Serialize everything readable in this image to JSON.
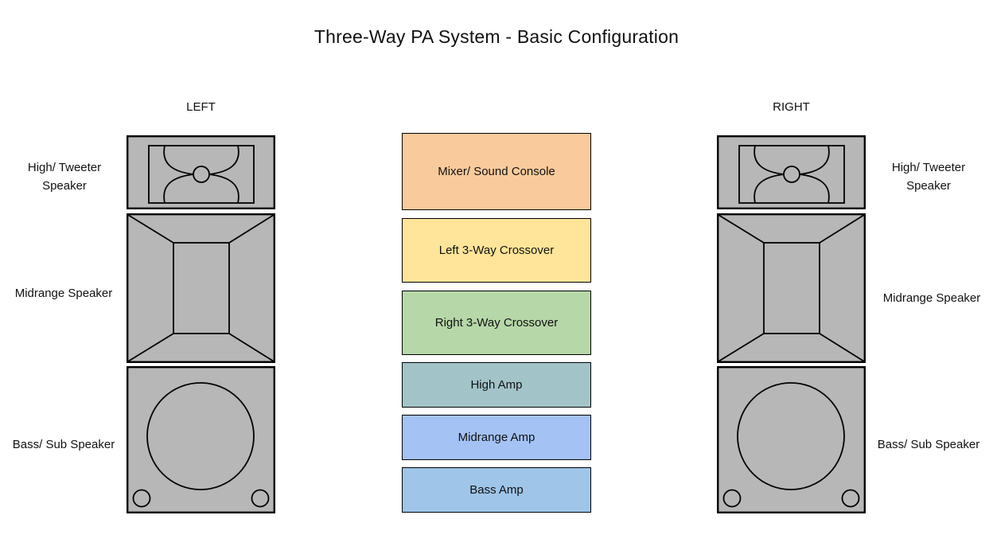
{
  "title": "Three-Way PA System - Basic Configuration",
  "columns": {
    "left": {
      "header": "LEFT"
    },
    "right": {
      "header": "RIGHT"
    }
  },
  "speaker_labels": {
    "tweeter": "High/ Tweeter Speaker",
    "midrange": "Midrange Speaker",
    "bass": "Bass/ Sub Speaker"
  },
  "center_chain": [
    {
      "label": "Mixer/ Sound Console",
      "fill": "#F9CB9C"
    },
    {
      "label": "Left 3-Way Crossover",
      "fill": "#FFE599"
    },
    {
      "label": "Right 3-Way Crossover",
      "fill": "#B6D7A8"
    },
    {
      "label": "High Amp",
      "fill": "#A2C4C9"
    },
    {
      "label": "Midrange Amp",
      "fill": "#A4C2F4"
    },
    {
      "label": "Bass Amp",
      "fill": "#9FC5E8"
    }
  ],
  "colors": {
    "speaker_fill": "#B7B7B7",
    "outline": "#000000",
    "text": "#111111",
    "background": "#FFFFFF"
  }
}
